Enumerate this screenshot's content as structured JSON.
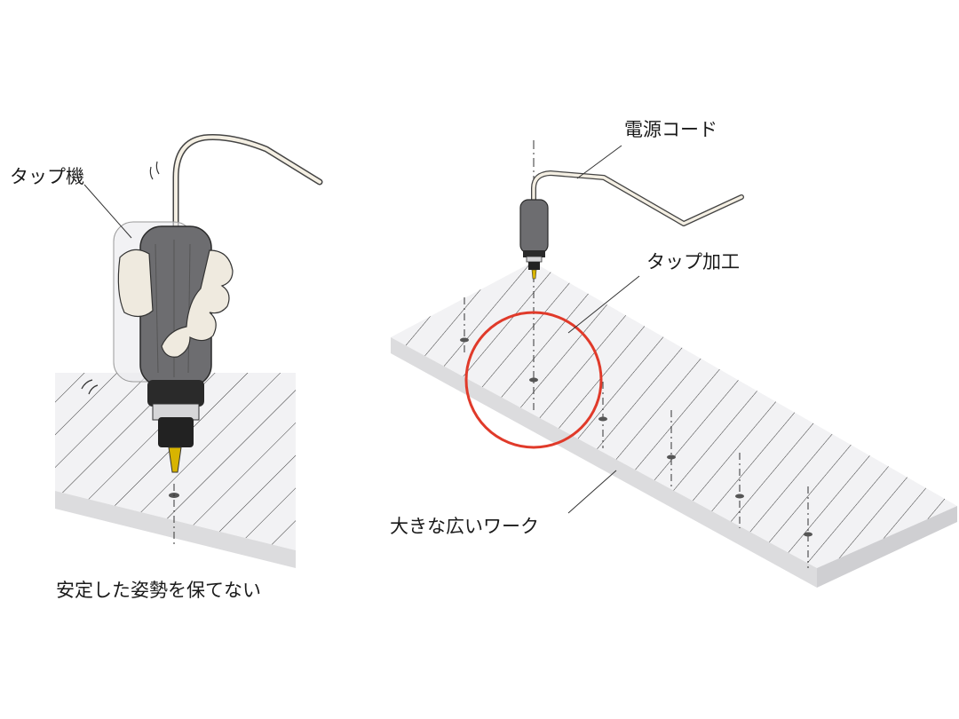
{
  "labels": {
    "tap_machine": "タップ機",
    "power_cord": "電源コード",
    "tapping": "タップ加工",
    "large_workpiece": "大きな広いワーク",
    "unstable_posture": "安定した姿勢を保てない"
  },
  "colors": {
    "highlight_circle": "#e03a2a",
    "tool_body": "#6d6d70",
    "tool_black": "#222222",
    "drill_bit": "#d8b400",
    "glove": "#efeadf",
    "plate_top": "#f2f2f4",
    "plate_edge": "#dcdcde",
    "hatch": "#3a3a3a"
  },
  "icons": {
    "left_scene": "handheld-tap-machine-icon",
    "right_scene": "tap-machine-on-plate-icon"
  }
}
